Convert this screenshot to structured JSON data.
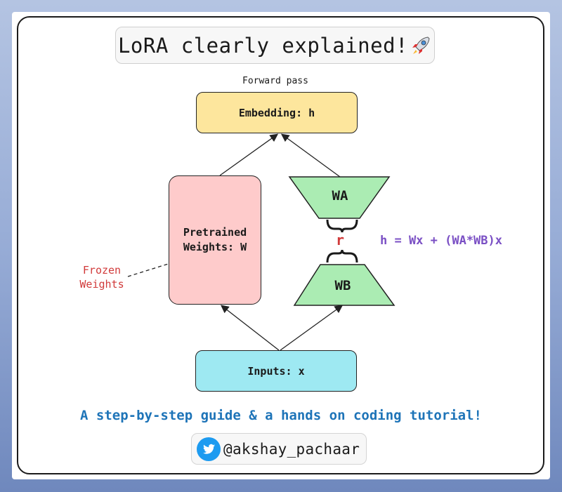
{
  "title": "LoRA clearly explained!",
  "forward_pass_label": "Forward pass",
  "nodes": {
    "embedding": "Embedding: h",
    "pretrained": "Pretrained Weights: W",
    "wa": "WA",
    "r": "r",
    "wb": "WB",
    "inputs": "Inputs: x"
  },
  "frozen_label": "Frozen Weights",
  "formula": "h = Wx + (WA*WB)x",
  "subtitle": "A step-by-step guide & a hands on coding tutorial!",
  "handle": "@akshay_pachaar",
  "colors": {
    "embedding": "#fde69d",
    "pretrained": "#fecbcb",
    "trapezoid": "#abecb3",
    "inputs": "#9ee9f2",
    "frozen_text": "#d13a3a",
    "formula_text": "#7a4fc4",
    "subtitle_text": "#1e74b8",
    "twitter_blue": "#1d9bf0"
  },
  "icons": [
    "rocket-icon",
    "twitter-bird-icon"
  ]
}
